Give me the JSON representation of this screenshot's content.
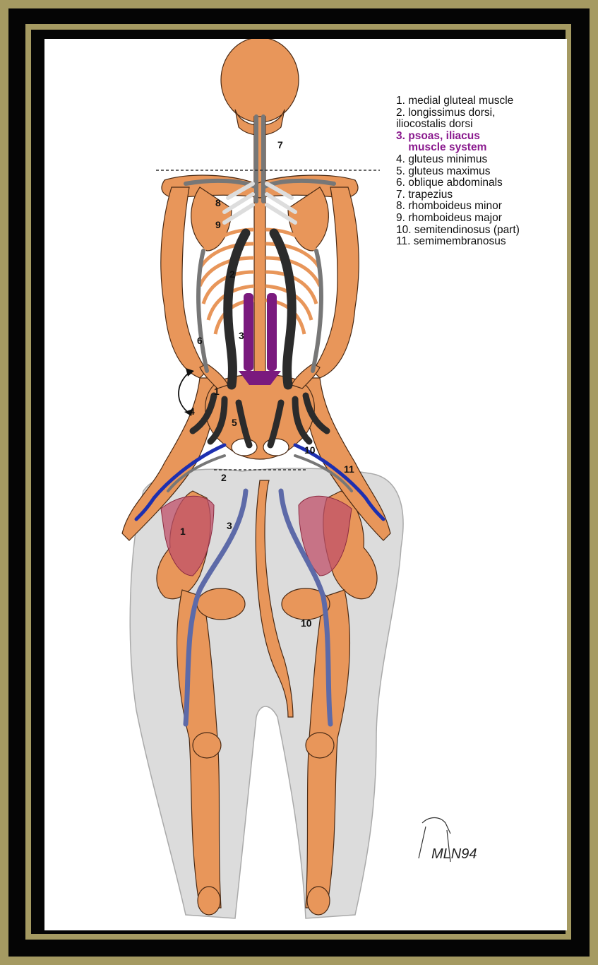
{
  "legend": [
    {
      "text": "1. medial gluteal muscle"
    },
    {
      "text": "2. longissimus dorsi,"
    },
    {
      "text": "iliocostalis dorsi"
    },
    {
      "text": "3. psoas, iliacus",
      "highlight": true
    },
    {
      "text": "    muscle system",
      "highlight": true
    },
    {
      "text": "4. gluteus minimus"
    },
    {
      "text": "5. gluteus maximus"
    },
    {
      "text": "6. oblique abdominals"
    },
    {
      "text": "7. trapezius"
    },
    {
      "text": "8. rhomboideus minor"
    },
    {
      "text": "9. rhomboideus major"
    },
    {
      "text": "10. semitendinosus (part)"
    },
    {
      "text": "11. semimembranosus"
    }
  ],
  "markers": {
    "m1_human": "1",
    "m1_horse": "1",
    "m2_human": "2",
    "m2_horse": "2",
    "m3_human": "3",
    "m3_horse": "3",
    "m4": "4",
    "m5": "5",
    "m6": "6",
    "m7": "7",
    "m8": "8",
    "m9": "9",
    "m10_human": "10",
    "m10_horse": "10",
    "m11": "11"
  },
  "signature": "MLN94",
  "colors": {
    "bone": "#e8965a",
    "bone_outline": "#4a2a14",
    "muscle_dark": "#2b2b2b",
    "muscle_gray": "#777777",
    "psoas": "#7a1a7e",
    "semitendinosus": "#1d2fb0",
    "horse_muscle": "#5d6aa8",
    "gluteal": "#c0506a",
    "horse_body": "#dcdcdc"
  }
}
